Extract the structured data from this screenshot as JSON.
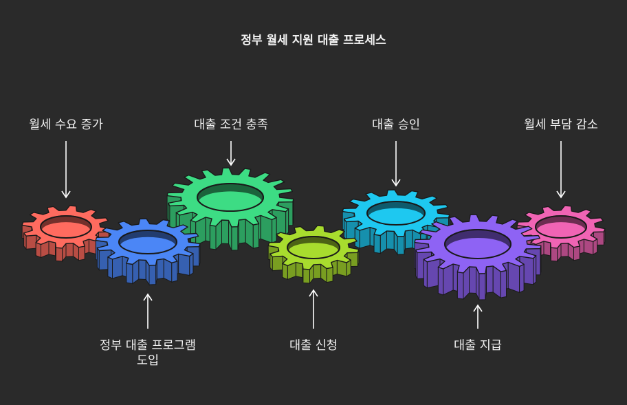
{
  "title": "정부 월세 지원 대출 프로세스",
  "colors": {
    "background": "#2a2a2a",
    "text": "#f2f2f2",
    "arrow": "#ffffff",
    "outline": "#1a1a1a"
  },
  "steps": [
    {
      "id": "rent-demand-increase",
      "label_lines": [
        "월세 수요 증가"
      ],
      "color": "#ff6b5f"
    },
    {
      "id": "gov-loan-program",
      "label_lines": [
        "정부 대출 프로그램",
        "도입"
      ],
      "color": "#4b86f6"
    },
    {
      "id": "loan-conditions-relaxed",
      "label_lines": [
        "대출 조건 충족"
      ],
      "color": "#3ddc84"
    },
    {
      "id": "loan-application",
      "label_lines": [
        "대출 신청"
      ],
      "color": "#a8dc2e"
    },
    {
      "id": "loan-approval",
      "label_lines": [
        "대출 승인"
      ],
      "color": "#1ec8f0"
    },
    {
      "id": "loan-disbursement",
      "label_lines": [
        "대출 지급"
      ],
      "color": "#8e63f4"
    },
    {
      "id": "rent-burden-reduction",
      "label_lines": [
        "월세 부담 감소"
      ],
      "color": "#f064b4"
    }
  ]
}
